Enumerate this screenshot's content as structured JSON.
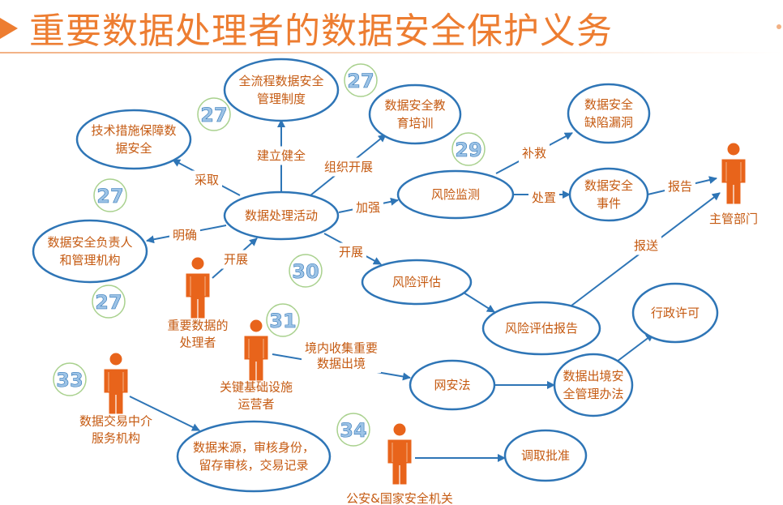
{
  "title": "重要数据处理者的数据安全保护义务",
  "colors": {
    "title": "#ED7D31",
    "node_stroke": "#2E75B6",
    "node_fill": "#FFFFFF",
    "text": "#C55A11",
    "person": "#E8641B",
    "badge_ring": "#A9D18E",
    "badge_text": "#9DC3E6"
  },
  "nodes": [
    {
      "id": "quanliucheng",
      "lines": [
        "全流程数据安全",
        "管理制度"
      ]
    },
    {
      "id": "jiaoyu",
      "lines": [
        "数据安全教",
        "育培训"
      ]
    },
    {
      "id": "jishu",
      "lines": [
        "技术措施保障数",
        "据安全"
      ]
    },
    {
      "id": "quexian",
      "lines": [
        "数据安全",
        "缺陷漏洞"
      ]
    },
    {
      "id": "shijian",
      "lines": [
        "数据安全",
        "事件"
      ]
    },
    {
      "id": "huodong",
      "lines": [
        "数据处理活动"
      ]
    },
    {
      "id": "jiance",
      "lines": [
        "风险监测"
      ]
    },
    {
      "id": "fuzeren",
      "lines": [
        "数据安全负责人",
        "和管理机构"
      ]
    },
    {
      "id": "pinggu",
      "lines": [
        "风险评估"
      ]
    },
    {
      "id": "baogao",
      "lines": [
        "风险评估报告"
      ]
    },
    {
      "id": "xingzheng",
      "lines": [
        "行政许可"
      ]
    },
    {
      "id": "wanganfa",
      "lines": [
        "网安法"
      ]
    },
    {
      "id": "chujing",
      "lines": [
        "数据出境安",
        "全管理办法"
      ]
    },
    {
      "id": "laiyuan",
      "lines": [
        "数据来源，审核身份，",
        "留存审核，交易记录"
      ]
    },
    {
      "id": "diaoqu",
      "lines": [
        "调取批准"
      ]
    }
  ],
  "actors": [
    {
      "id": "zhuguan",
      "lines": [
        "主管部门"
      ]
    },
    {
      "id": "chulizhe",
      "lines": [
        "重要数据的",
        "处理者"
      ]
    },
    {
      "id": "guanjian",
      "lines": [
        "关键基础设施",
        "运营者"
      ]
    },
    {
      "id": "jiaoyi",
      "lines": [
        "数据交易中介",
        "服务机构"
      ]
    },
    {
      "id": "gongan",
      "lines": [
        "公安&国家安全机关"
      ]
    }
  ],
  "edges": [
    {
      "from": "huodong",
      "to": "quanliucheng",
      "label": "建立健全"
    },
    {
      "from": "huodong",
      "to": "jiaoyu",
      "label": "组织开展"
    },
    {
      "from": "huodong",
      "to": "jishu",
      "label": "采取"
    },
    {
      "from": "huodong",
      "to": "jiance",
      "label": "加强"
    },
    {
      "from": "huodong",
      "to": "fuzeren",
      "label": "明确"
    },
    {
      "from": "huodong",
      "to": "pinggu",
      "label": "开展"
    },
    {
      "from": "chulizhe",
      "to": "huodong",
      "label": "开展"
    },
    {
      "from": "jiance",
      "to": "quexian",
      "label": "补救"
    },
    {
      "from": "jiance",
      "to": "shijian",
      "label": "处置"
    },
    {
      "from": "shijian",
      "to": "zhuguan",
      "label": "报告"
    },
    {
      "from": "pinggu",
      "to": "baogao",
      "label": ""
    },
    {
      "from": "baogao",
      "to": "zhuguan",
      "label": "报送"
    },
    {
      "from": "guanjian",
      "to": "wanganfa",
      "label": "境内收集重要\n数据出境"
    },
    {
      "from": "wanganfa",
      "to": "chujing",
      "label": ""
    },
    {
      "from": "chujing",
      "to": "xingzheng",
      "label": ""
    },
    {
      "from": "jiaoyi",
      "to": "laiyuan",
      "label": ""
    },
    {
      "from": "gongan",
      "to": "diaoqu",
      "label": ""
    }
  ],
  "badges": [
    {
      "id": "b27a",
      "text": "27"
    },
    {
      "id": "b27b",
      "text": "27"
    },
    {
      "id": "b29",
      "text": "29"
    },
    {
      "id": "b27c",
      "text": "27"
    },
    {
      "id": "b27d",
      "text": "27"
    },
    {
      "id": "b30",
      "text": "30"
    },
    {
      "id": "b31",
      "text": "31"
    },
    {
      "id": "b33",
      "text": "33"
    },
    {
      "id": "b34",
      "text": "34"
    }
  ]
}
